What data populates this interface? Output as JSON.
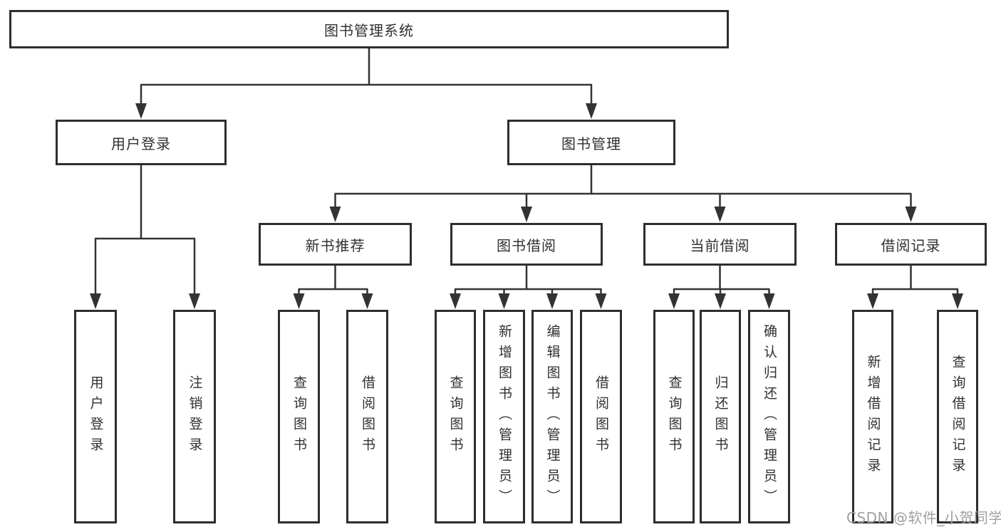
{
  "diagram": {
    "type": "hierarchy-tree",
    "orientation": "top-down"
  },
  "tree": {
    "root": {
      "label": "图书管理系统"
    },
    "branches": [
      {
        "label": "用户登录",
        "children": [
          {
            "label": "用户登录"
          },
          {
            "label": "注销登录"
          }
        ]
      },
      {
        "label": "图书管理",
        "children": [
          {
            "label": "新书推荐",
            "children": [
              {
                "label": "查询图书"
              },
              {
                "label": "借阅图书"
              }
            ]
          },
          {
            "label": "图书借阅",
            "children": [
              {
                "label": "查询图书"
              },
              {
                "label": "新增图书（管理员）"
              },
              {
                "label": "编辑图书（管理员）"
              },
              {
                "label": "借阅图书"
              }
            ]
          },
          {
            "label": "当前借阅",
            "children": [
              {
                "label": "查询图书"
              },
              {
                "label": "归还图书"
              },
              {
                "label": "确认归还（管理员）"
              }
            ]
          },
          {
            "label": "借阅记录",
            "children": [
              {
                "label": "新增借阅记录"
              },
              {
                "label": "查询借阅记录"
              }
            ]
          }
        ]
      }
    ]
  },
  "watermark": {
    "text": "CSDN @软件_小贺同学"
  },
  "colors": {
    "line": "#333333",
    "box_border": "#2e2e2e",
    "text": "#303030",
    "background": "#ffffff",
    "watermark": "#a0a0a0"
  }
}
